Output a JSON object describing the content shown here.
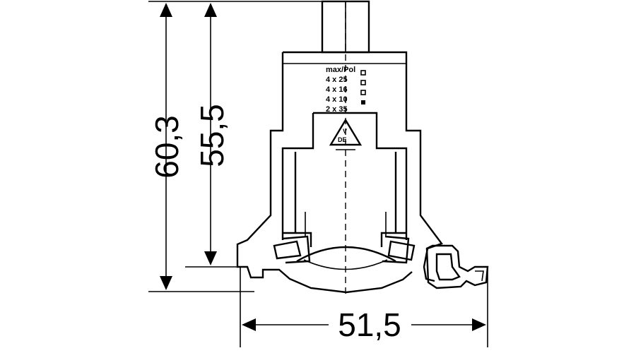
{
  "dimensions": {
    "total_height": "60,3",
    "inner_height": "55,5",
    "width": "51,5"
  },
  "wire_table": {
    "header": "max/Pol",
    "rows": [
      "4 x 25",
      "4 x 16",
      "4 x 10",
      "2 x 35"
    ]
  },
  "approval_mark": {
    "top": "V",
    "bottom": "DE"
  }
}
